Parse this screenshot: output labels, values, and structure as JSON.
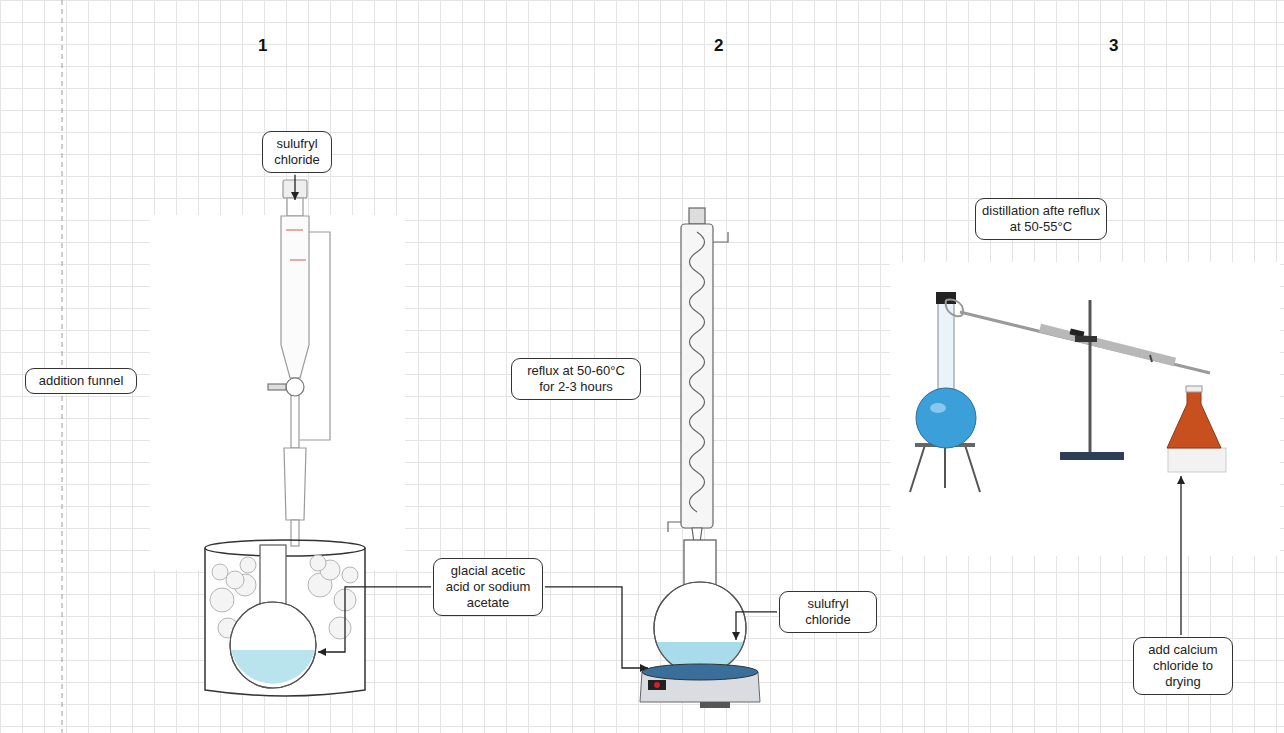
{
  "diagram": {
    "nodes": [
      {
        "text": [
          "sulufryl chloride"
        ]
      },
      {
        "text": [
          "addition funnel"
        ]
      },
      {
        "text": [
          "glacial acetic acid or sodium acetate"
        ]
      },
      {
        "text": [
          "reflux at 50-60°C for 2-3 hours"
        ]
      },
      {
        "text": [
          "sulufryl chloride"
        ]
      },
      {
        "text": [
          "distillation afte reflux at 50-55°C"
        ]
      },
      {
        "text": [
          "add calcium chloride to drying"
        ]
      }
    ],
    "labels": [
      "1",
      "2",
      "3"
    ]
  }
}
